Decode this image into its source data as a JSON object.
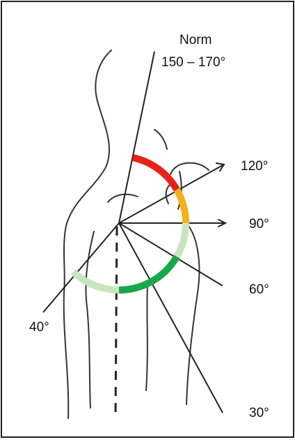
{
  "labels": {
    "norm_title": "Norm",
    "norm_range": "150 – 170°",
    "deg_120": "120°",
    "deg_90": "90°",
    "deg_60": "60°",
    "deg_40": "40°",
    "deg_30": "30°"
  },
  "arc_segments": [
    {
      "name": "arc-segment-red",
      "color": "#e8201a"
    },
    {
      "name": "arc-segment-orange",
      "color": "#f2b21c"
    },
    {
      "name": "arc-segment-light-green-upper",
      "color": "#c7e6c0"
    },
    {
      "name": "arc-segment-dark-green",
      "color": "#1aa64a"
    },
    {
      "name": "arc-segment-light-green-lower",
      "color": "#c7e6c0"
    }
  ]
}
